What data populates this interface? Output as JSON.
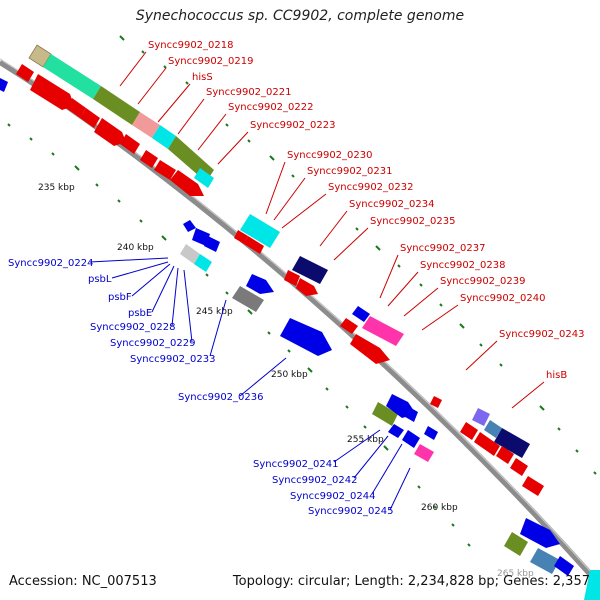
{
  "title": "Synechococcus sp. CC9902, complete genome",
  "footer": {
    "accession": "Accession: NC_007513",
    "summary": "Topology: circular; Length: 2,234,828 bp; Genes: 2,357"
  },
  "colors": {
    "backbone": "#8c8c8c",
    "forward_label": "#cc0000",
    "reverse_label": "#0000cc",
    "tick": "#1a7a1a",
    "cds": "#e60000",
    "cds_rev": "#0000e6",
    "rna": "#00e5e5",
    "green": "#6b8e23",
    "teal": "#22e0a0"
  },
  "kbp_ticks": [
    "235 kbp",
    "240 kbp",
    "245 kbp",
    "250 kbp",
    "255 kbp",
    "260 kbp",
    "265 kbp"
  ],
  "forward_genes": [
    "Syncc9902_0218",
    "Syncc9902_0219",
    "hisS",
    "Syncc9902_0221",
    "Syncc9902_0222",
    "Syncc9902_0223",
    "Syncc9902_0230",
    "Syncc9902_0231",
    "Syncc9902_0232",
    "Syncc9902_0234",
    "Syncc9902_0235",
    "Syncc9902_0237",
    "Syncc9902_0238",
    "Syncc9902_0239",
    "Syncc9902_0240",
    "Syncc9902_0243",
    "hisB"
  ],
  "reverse_genes": [
    "Syncc9902_0224",
    "psbL",
    "psbF",
    "psbE",
    "Syncc9902_0228",
    "Syncc9902_0229",
    "Syncc9902_0233",
    "Syncc9902_0236",
    "Syncc9902_0241",
    "Syncc9902_0242",
    "Syncc9902_0244",
    "Syncc9902_0245"
  ]
}
